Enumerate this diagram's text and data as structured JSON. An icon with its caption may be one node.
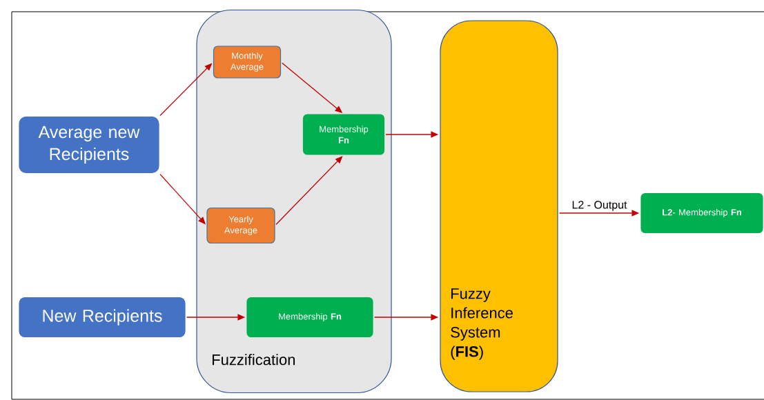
{
  "diagram": {
    "nodes": [
      {
        "text": [
          "Average new Recipients"
        ]
      },
      {
        "text": [
          "Fuzzification"
        ]
      },
      {
        "text": [
          "Monthly Average"
        ],
        "in": 1
      },
      {
        "text": [
          "Yearly Average"
        ],
        "in": 1
      },
      {
        "text": [
          "Membership **Fn**"
        ],
        "in": 1
      },
      {
        "text": [
          "Membership **Fn**"
        ],
        "in": 1
      },
      {
        "text": [
          "New Recipients"
        ]
      },
      {
        "text": [
          "Fuzzy Inference System (**FIS**)"
        ]
      },
      {
        "text": [
          "**L2**- Membership **Fn**"
        ]
      }
    ],
    "edges": [
      {
        "from": 0,
        "to": 2,
        "arrow": "to"
      },
      {
        "from": 0,
        "to": 3,
        "arrow": "to"
      },
      {
        "from": 2,
        "to": 4,
        "arrow": "to"
      },
      {
        "from": 3,
        "to": 4,
        "arrow": "to"
      },
      {
        "from": 4,
        "to": 7,
        "arrow": "to"
      },
      {
        "from": 6,
        "to": 5,
        "arrow": "to"
      },
      {
        "from": 5,
        "to": 7,
        "arrow": "to"
      },
      {
        "from": 7,
        "to": 8,
        "arrow": "to",
        "label": "L2 - Output"
      }
    ]
  }
}
